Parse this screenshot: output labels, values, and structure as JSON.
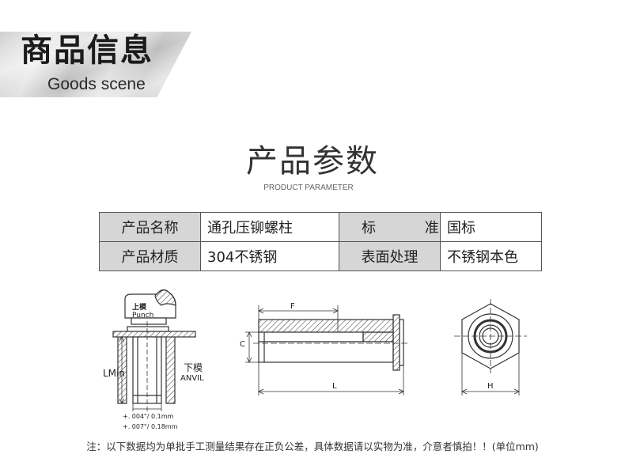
{
  "banner": {
    "title": "商品信息",
    "subtitle": "Goods scene"
  },
  "section": {
    "title": "产品参数",
    "subtitle": "PRODUCT PARAMETER"
  },
  "params": {
    "rows": [
      [
        {
          "label": "产品名称",
          "value": "通孔压铆螺柱"
        },
        {
          "label": "标 准",
          "value": "国标"
        }
      ],
      [
        {
          "label": "产品材质",
          "value": "304不锈钢"
        },
        {
          "label": "表面处理",
          "value": "不锈钢本色"
        }
      ]
    ]
  },
  "drawing": {
    "punch_cn": "上模",
    "punch_en": "Punch",
    "anvil_cn": "下模",
    "anvil_en": "ANVIL",
    "lmin": "LMin",
    "tol1": "+. 004\"/ 0.1mm",
    "tol2": "+. 007\"/ 0.18mm",
    "dim_f": "F",
    "dim_c": "C",
    "dim_l": "L",
    "dim_h": "H"
  },
  "note": "注：以下数据均为单批手工测量结果存在正负公差，具体数据请以实物为准，介意者慎拍！！(单位mm)",
  "colors": {
    "table_label_bg": "#d6d6d6",
    "table_border": "#555555",
    "line": "#333333"
  }
}
